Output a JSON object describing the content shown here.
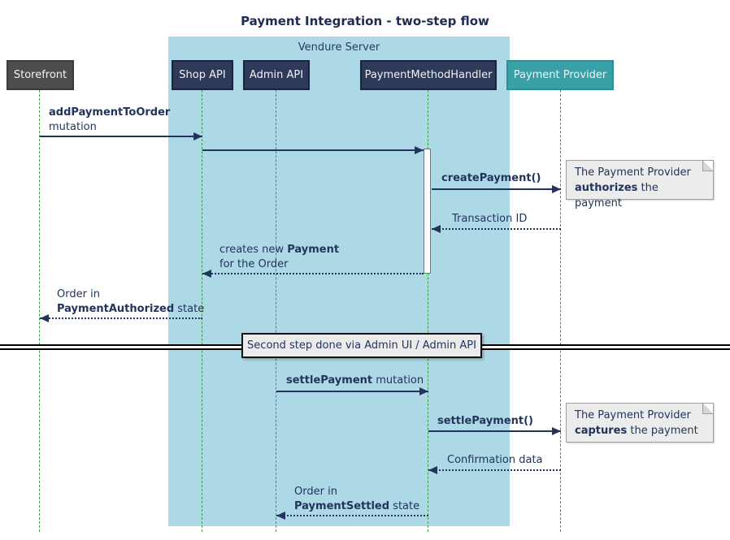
{
  "title": "Payment Integration - two-step flow",
  "frame": {
    "label": "Vendure Server"
  },
  "participants": [
    {
      "label": "Storefront"
    },
    {
      "label": "Shop API"
    },
    {
      "label": "Admin API"
    },
    {
      "label": "PaymentMethodHandler"
    },
    {
      "label": "Payment Provider"
    }
  ],
  "messages": {
    "m1": {
      "bold": "addPaymentToOrder",
      "line2": "mutation"
    },
    "m3": {
      "bold": "createPayment()"
    },
    "m4": {
      "label": "Transaction ID"
    },
    "m5": {
      "pre": "creates new ",
      "bold": "Payment",
      "line2": "for the Order"
    },
    "m6": {
      "line1": "Order in",
      "bold": "PaymentAuthorized",
      "post": " state"
    },
    "m7": {
      "bold": "settlePayment",
      "post": " mutation"
    },
    "m8": {
      "bold": "settlePayment()"
    },
    "m9": {
      "label": "Confirmation data"
    },
    "m10": {
      "line1": "Order in",
      "bold": "PaymentSettled",
      "post": " state"
    }
  },
  "notes": [
    {
      "line1": "The Payment Provider",
      "bold": "authorizes",
      "post": " the payment"
    },
    {
      "line1": "The Payment Provider",
      "bold": "captures",
      "post": " the payment"
    }
  ],
  "divider": {
    "label": "Second step done via Admin UI / Admin API"
  },
  "colors": {
    "frame_bg": "#ADD8E6",
    "participant_bg": "#2E3A59",
    "storefront_bg": "#4D4D4D",
    "provider_bg": "#38A0A6",
    "lifeline_green": "#3D9943",
    "arrow_navy": "#22345C",
    "note_bg": "#ECECEC",
    "text_navy": "#22345C"
  }
}
